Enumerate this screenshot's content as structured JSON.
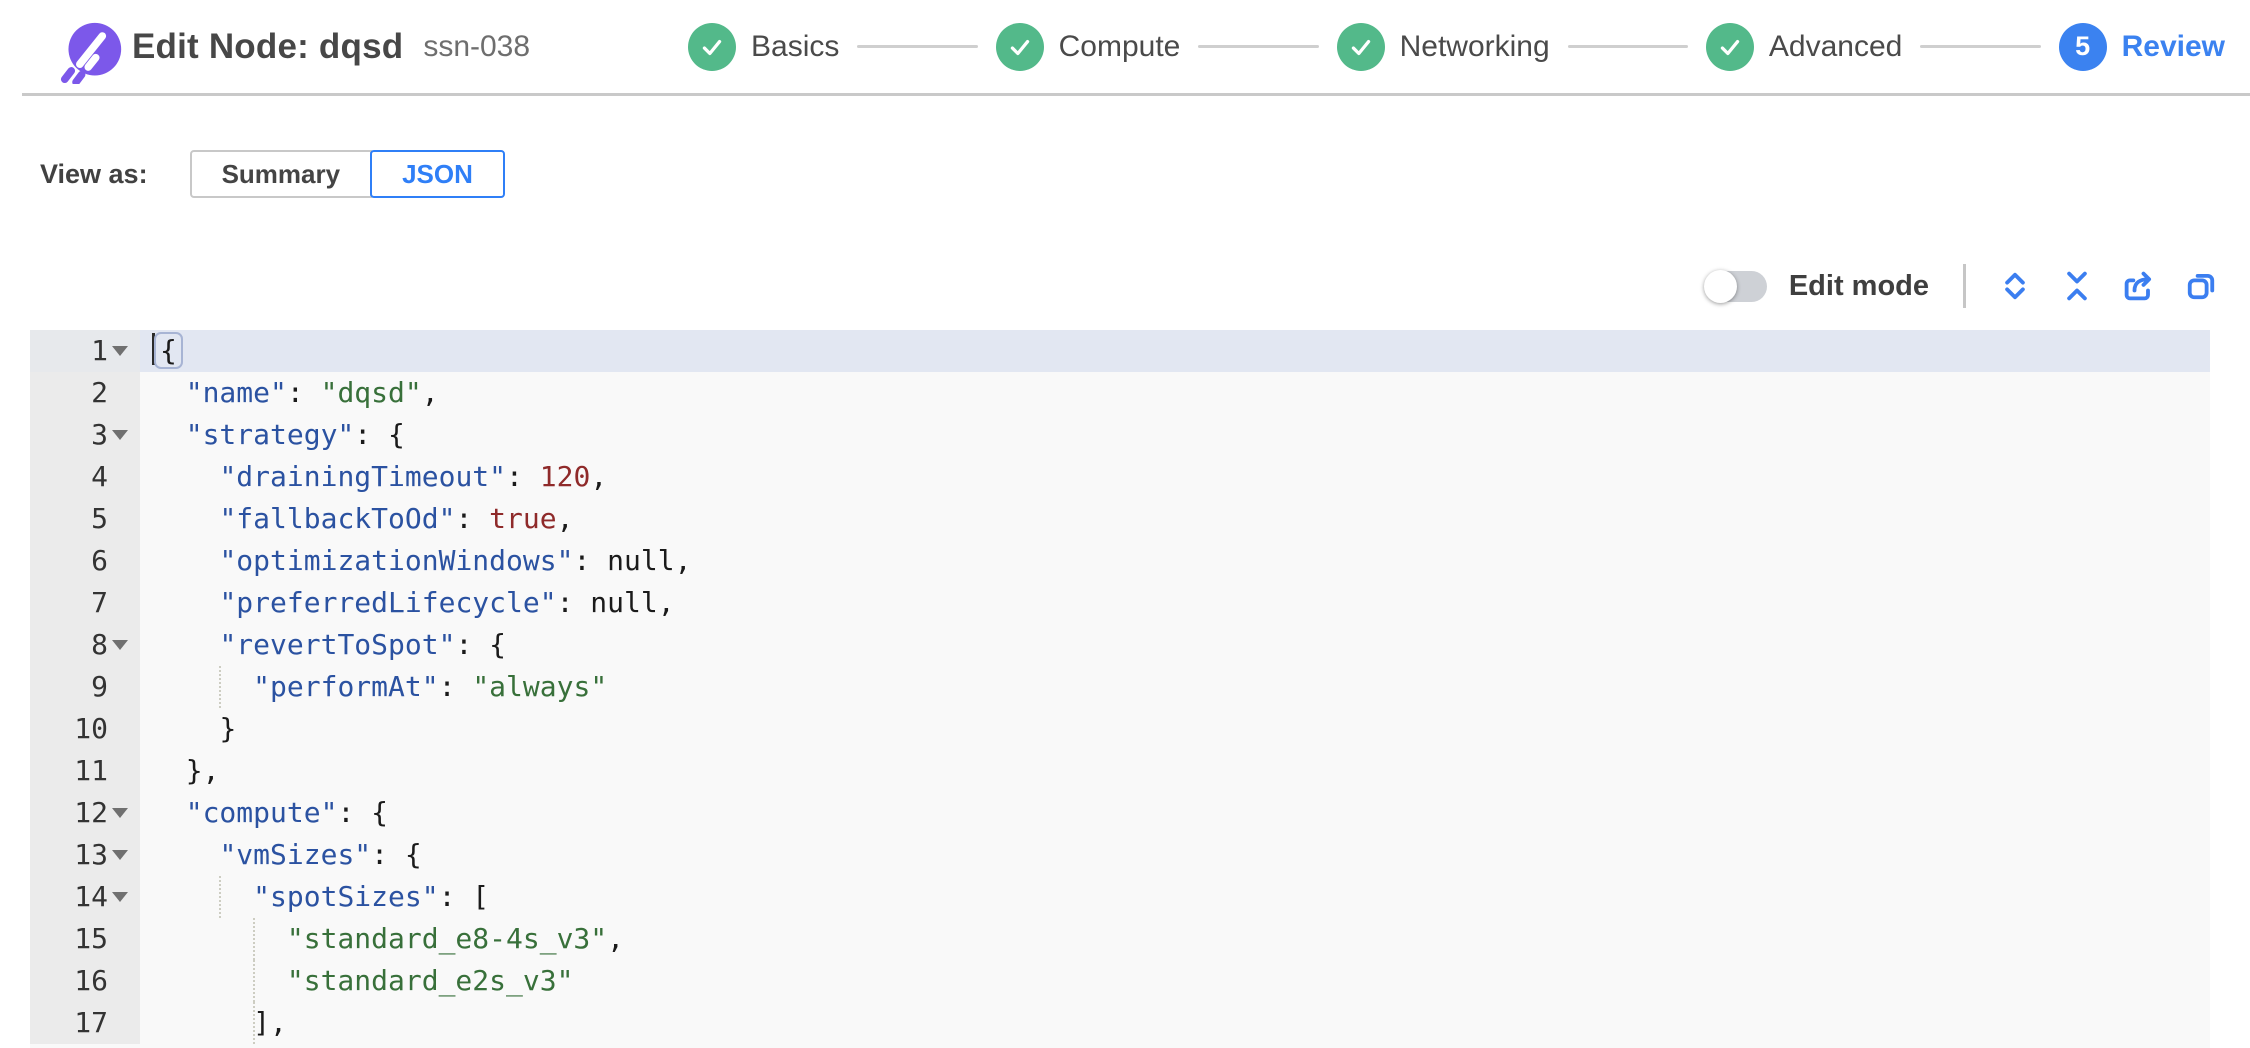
{
  "header": {
    "title": "Edit Node: dqsd",
    "subtitle": "ssn-038",
    "steps": [
      {
        "label": "Basics",
        "state": "done"
      },
      {
        "label": "Compute",
        "state": "done"
      },
      {
        "label": "Networking",
        "state": "done"
      },
      {
        "label": "Advanced",
        "state": "done"
      },
      {
        "label": "Review",
        "state": "current",
        "number": "5"
      }
    ]
  },
  "view_as": {
    "label": "View as:",
    "options": [
      {
        "label": "Summary",
        "selected": false
      },
      {
        "label": "JSON",
        "selected": true
      }
    ]
  },
  "toolbar": {
    "edit_mode_label": "Edit mode",
    "edit_mode_on": false,
    "icons": [
      "expand-all-icon",
      "collapse-all-icon",
      "export-icon",
      "copy-icon"
    ]
  },
  "colors": {
    "accent_blue": "#3b82f0",
    "step_green": "#53b98a",
    "brand_purple": "#7c58ea",
    "token_key": "#2b52a1",
    "token_string": "#38703a",
    "token_number": "#8f2a2a",
    "active_line_bg": "#e2e7f2",
    "editor_bg": "#f9f9f9",
    "gutter_bg": "#ebebeb"
  },
  "editor": {
    "language": "json",
    "lines": [
      {
        "num": 1,
        "fold": true,
        "active": true,
        "cursor": true,
        "indent": 0,
        "tokens": [
          {
            "t": "{",
            "c": "brace"
          }
        ]
      },
      {
        "num": 2,
        "indent": 2,
        "tokens": [
          {
            "t": "\"name\"",
            "c": "key"
          },
          {
            "t": ": ",
            "c": "plain"
          },
          {
            "t": "\"dqsd\"",
            "c": "str"
          },
          {
            "t": ",",
            "c": "plain"
          }
        ]
      },
      {
        "num": 3,
        "fold": true,
        "indent": 2,
        "tokens": [
          {
            "t": "\"strategy\"",
            "c": "key"
          },
          {
            "t": ": {",
            "c": "plain"
          }
        ]
      },
      {
        "num": 4,
        "indent": 4,
        "tokens": [
          {
            "t": "\"drainingTimeout\"",
            "c": "key"
          },
          {
            "t": ": ",
            "c": "plain"
          },
          {
            "t": "120",
            "c": "num"
          },
          {
            "t": ",",
            "c": "plain"
          }
        ]
      },
      {
        "num": 5,
        "indent": 4,
        "tokens": [
          {
            "t": "\"fallbackToOd\"",
            "c": "key"
          },
          {
            "t": ": ",
            "c": "plain"
          },
          {
            "t": "true",
            "c": "num"
          },
          {
            "t": ",",
            "c": "plain"
          }
        ]
      },
      {
        "num": 6,
        "indent": 4,
        "tokens": [
          {
            "t": "\"optimizationWindows\"",
            "c": "key"
          },
          {
            "t": ": null,",
            "c": "plain"
          }
        ]
      },
      {
        "num": 7,
        "indent": 4,
        "tokens": [
          {
            "t": "\"preferredLifecycle\"",
            "c": "key"
          },
          {
            "t": ": null,",
            "c": "plain"
          }
        ]
      },
      {
        "num": 8,
        "fold": true,
        "indent": 4,
        "tokens": [
          {
            "t": "\"revertToSpot\"",
            "c": "key"
          },
          {
            "t": ": {",
            "c": "plain"
          }
        ]
      },
      {
        "num": 9,
        "indent": 6,
        "guideCh": 4,
        "tokens": [
          {
            "t": "\"performAt\"",
            "c": "key"
          },
          {
            "t": ": ",
            "c": "plain"
          },
          {
            "t": "\"always\"",
            "c": "str"
          }
        ]
      },
      {
        "num": 10,
        "indent": 4,
        "tokens": [
          {
            "t": "}",
            "c": "plain"
          }
        ]
      },
      {
        "num": 11,
        "indent": 2,
        "tokens": [
          {
            "t": "},",
            "c": "plain"
          }
        ]
      },
      {
        "num": 12,
        "fold": true,
        "indent": 2,
        "tokens": [
          {
            "t": "\"compute\"",
            "c": "key"
          },
          {
            "t": ": {",
            "c": "plain"
          }
        ]
      },
      {
        "num": 13,
        "fold": true,
        "indent": 4,
        "tokens": [
          {
            "t": "\"vmSizes\"",
            "c": "key"
          },
          {
            "t": ": {",
            "c": "plain"
          }
        ]
      },
      {
        "num": 14,
        "fold": true,
        "indent": 6,
        "guideCh": 4,
        "tokens": [
          {
            "t": "\"spotSizes\"",
            "c": "key"
          },
          {
            "t": ": [",
            "c": "plain"
          }
        ]
      },
      {
        "num": 15,
        "indent": 8,
        "guideCh": 6,
        "tokens": [
          {
            "t": "\"standard_e8-4s_v3\"",
            "c": "str"
          },
          {
            "t": ",",
            "c": "plain"
          }
        ]
      },
      {
        "num": 16,
        "indent": 8,
        "guideCh": 6,
        "tokens": [
          {
            "t": "\"standard_e2s_v3\"",
            "c": "str"
          }
        ]
      },
      {
        "num": 17,
        "indent": 6,
        "guideCh": 6,
        "tokens": [
          {
            "t": "],",
            "c": "plain"
          }
        ]
      }
    ]
  }
}
